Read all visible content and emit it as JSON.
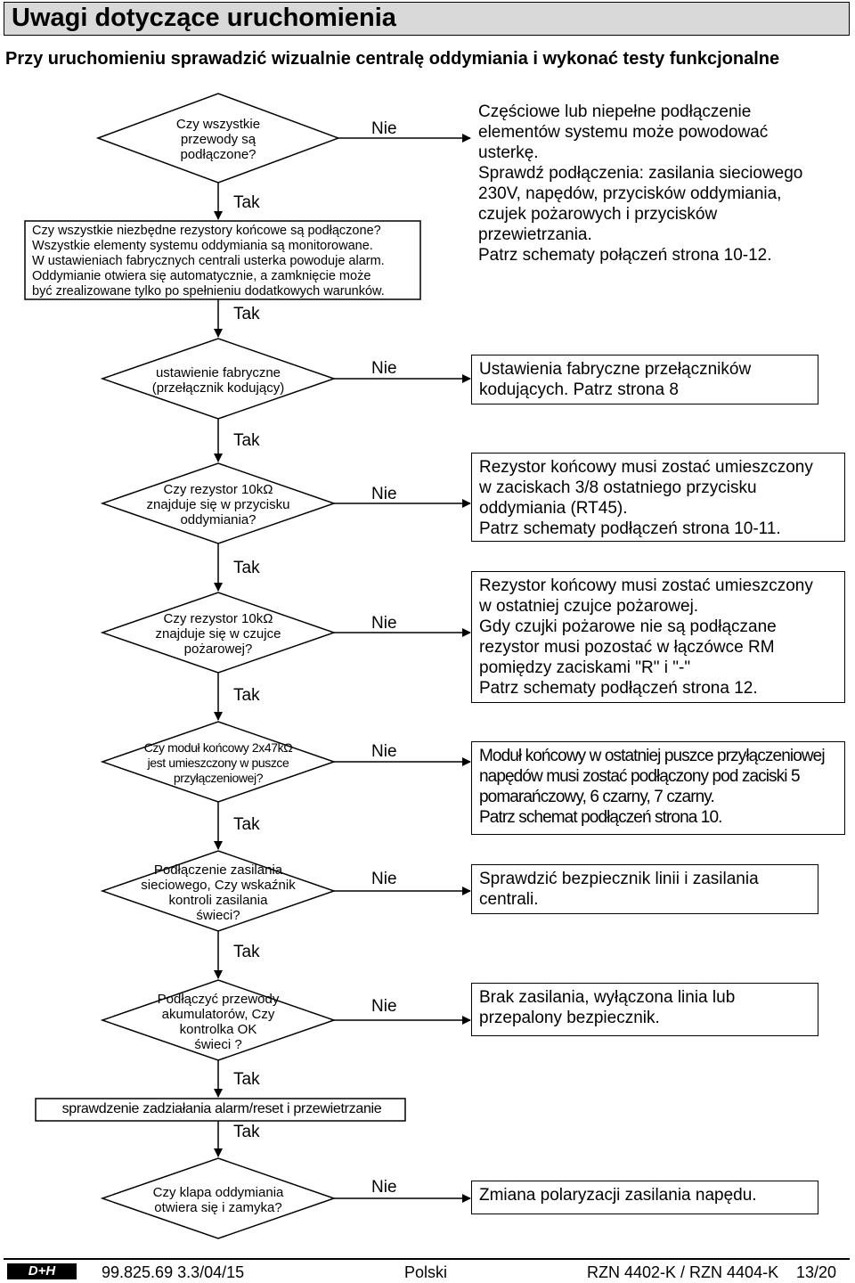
{
  "header": {
    "title": "Uwagi dotyczące uruchomienia",
    "subtitle": "Przy uruchomieniu sprawadzić wizualnie centralę oddymiania i wykonać  testy funkcjonalne"
  },
  "labels": {
    "yes": "Tak",
    "no": "Nie"
  },
  "steps": {
    "q1": [
      "Czy wszystkie",
      "przewody są",
      "podłączone?"
    ],
    "info": [
      "Czy wszystkie niezbędne rezystory końcowe są podłączone?",
      "Wszystkie elementy systemu oddymiania są monitorowane.",
      "W ustawieniach fabrycznych centrali usterka powoduje alarm.",
      "Oddymianie otwiera się automatycznie, a zamknięcie może",
      "być zrealizowane tylko po spełnieniu dodatkowych warunków."
    ],
    "q2": [
      "ustawienie fabryczne",
      "(przełącznik kodujący)"
    ],
    "q3": [
      "Czy rezystor 10kΩ",
      "znajduje się w przycisku",
      "oddymiania?"
    ],
    "q4": [
      "Czy rezystor 10kΩ",
      "znajduje się w czujce",
      "pożarowej?"
    ],
    "q5": [
      "Czy moduł końcowy 2x47kΩ",
      "jest umieszczony w puszce",
      "przyłączeniowej?"
    ],
    "q6": [
      "Podłączenie zasilania",
      "sieciowego, Czy wskaźnik",
      "kontroli zasilania",
      "świeci?"
    ],
    "q7": [
      "Podłączyć przewody",
      "akumulatorów, Czy",
      "kontrolka OK",
      "świeci ?"
    ],
    "test": "sprawdzenie zadziałania alarm/reset i przewietrzanie",
    "q8": [
      "Czy klapa oddymiania",
      "otwiera się i zamyka?"
    ]
  },
  "notes": {
    "n1": [
      "Częściowe lub niepełne podłączenie",
      "elementów systemu może powodować",
      "usterkę.",
      "Sprawdź podłączenia: zasilania sieciowego",
      "230V, napędów, przycisków oddymiania,",
      "czujek pożarowych i przycisków",
      "przewietrzania.",
      "Patrz schematy połączeń strona 10-12."
    ],
    "n2": [
      "Ustawienia fabryczne przełączników",
      "kodujących. Patrz strona 8"
    ],
    "n3": [
      "Rezystor końcowy musi zostać umieszczony",
      "w zaciskach 3/8 ostatniego przycisku",
      "oddymiania (RT45).",
      "Patrz schematy podłączeń strona 10-11."
    ],
    "n4": [
      "Rezystor końcowy musi zostać umieszczony",
      "w ostatniej czujce pożarowej.",
      "Gdy czujki pożarowe nie są podłączane",
      "rezystor musi pozostać w łączówce RM",
      "pomiędzy zaciskami \"R\" i \"-\"",
      "Patrz schematy podłączeń strona 12."
    ],
    "n5": [
      "Moduł końcowy w ostatniej puszce przyłączeniowej",
      "napędów musi zostać podłączony pod zaciski 5",
      "pomarańczowy, 6 czarny, 7 czarny.",
      "Patrz schemat podłączeń strona 10."
    ],
    "n6": [
      "Sprawdzić bezpiecznik linii i zasilania",
      "centrali."
    ],
    "n7": [
      "Brak zasilania, wyłączona linia lub",
      "przepalony bezpiecznik."
    ],
    "n8": [
      "Zmiana polaryzacji zasilania napędu."
    ]
  },
  "footer": {
    "logo": "D+H",
    "doc": "99.825.69 3.3/04/15",
    "lang": "Polski",
    "model": "RZN 4402-K / RZN 4404-K",
    "page": "13/20"
  }
}
